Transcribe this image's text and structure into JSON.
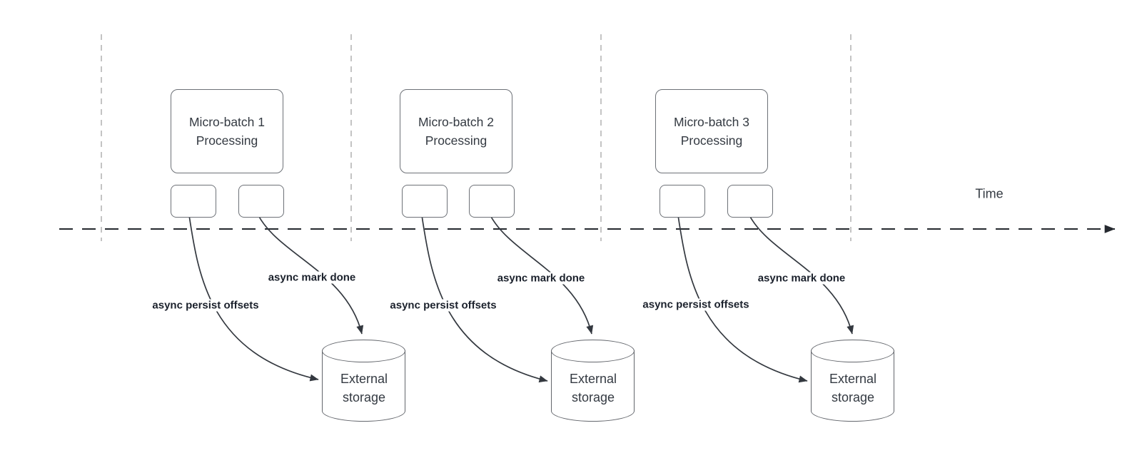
{
  "diagram": {
    "title_semantic": "micro-batch async checkpointing over time",
    "time_axis": {
      "label": "Time"
    },
    "colors": {
      "connector": "#33383f",
      "gridline": "#b0b0b0",
      "box_border": "#6d7177",
      "text": "#343a42",
      "edge_label_text": "#1b212c",
      "background": "#ffffff"
    },
    "batches": [
      {
        "title": "Micro-batch 1\nProcessing",
        "persist_label": "async persist offsets",
        "done_label": "async mark done",
        "storage_label": "External\nstorage"
      },
      {
        "title": "Micro-batch 2\nProcessing",
        "persist_label": "async persist offsets",
        "done_label": "async mark done",
        "storage_label": "External\nstorage"
      },
      {
        "title": "Micro-batch 3\nProcessing",
        "persist_label": "async persist offsets",
        "done_label": "async mark done",
        "storage_label": "External\nstorage"
      }
    ]
  }
}
